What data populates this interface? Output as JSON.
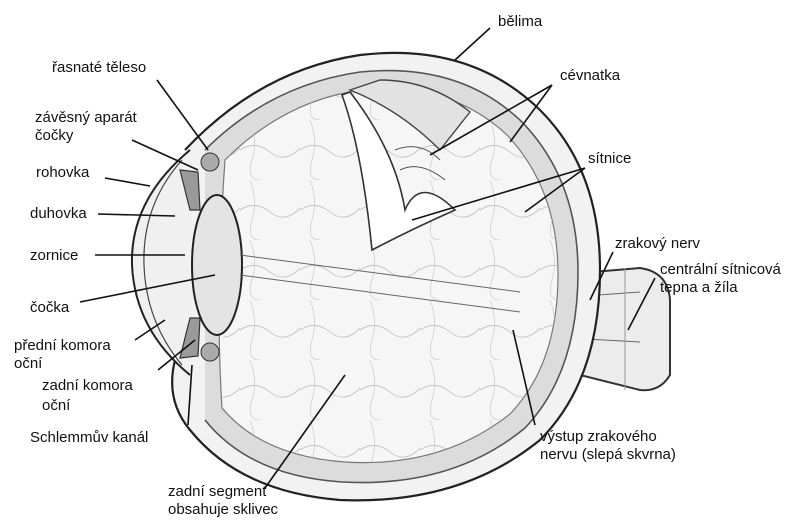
{
  "labels": {
    "belima": "bělima",
    "rasnate_teleso": "řasnaté těleso",
    "zavesny_1": "závěsný aparát",
    "zavesny_2": "čočky",
    "rohovka": "rohovka",
    "duhovka": "duhovka",
    "zornice": "zornice",
    "cocka": "čočka",
    "predni_1": "přední komora",
    "predni_2": "oční",
    "zadni_komora_1": "zadní komora",
    "zadni_komora_2": "oční",
    "schlemm": "Schlemmův kanál",
    "zadni_segment_1": "zadní segment",
    "zadni_segment_2": "obsahuje sklivec",
    "cevnatka": "cévnatka",
    "sitnice": "sítnice",
    "zrakovy_nerv": "zrakový nerv",
    "tepna_1": "centrální sítnicová",
    "tepna_2": "tepna a žíla",
    "vystup_1": "výstup zrakového",
    "vystup_2": "nervu (slepá skvrna)"
  }
}
